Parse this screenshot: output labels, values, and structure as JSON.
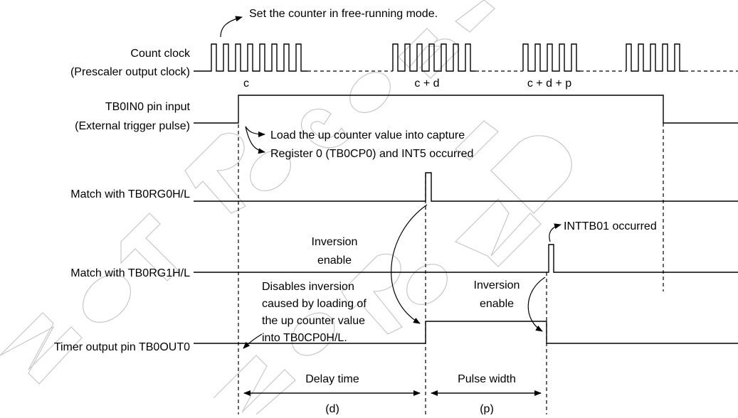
{
  "labels": {
    "count_clock": "Count clock",
    "count_clock_sub": "(Prescaler output clock)",
    "tb0in0": "TB0IN0 pin input",
    "tb0in0_sub": "(External trigger pulse)",
    "match_rg0": "Match with TB0RG0H/L",
    "match_rg1": "Match with TB0RG1H/L",
    "timer_out": "Timer output pin TB0OUT0"
  },
  "counter_marks": {
    "c": "c",
    "cd": "c + d",
    "cdp": "c + d + p"
  },
  "notes": {
    "free_running": "Set the counter in free-running mode.",
    "load_line1": "Load the up counter value into capture",
    "load_line2": "Register 0 (TB0CP0) and INT5 occurred",
    "inversion_enable_1a": "Inversion",
    "inversion_enable_1b": "enable",
    "disable_line1": "Disables inversion",
    "disable_line2": "caused by loading of",
    "disable_line3": "the up counter value",
    "disable_line4": "into TB0CP0H/L.",
    "inversion_enable_2a": "Inversion",
    "inversion_enable_2b": "enable",
    "inttb01": "INTTB01 occurred"
  },
  "intervals": {
    "delay": "Delay time",
    "delay_sym": "(d)",
    "pulse": "Pulse width",
    "pulse_sym": "(p)"
  },
  "watermark": "Not Recommended"
}
